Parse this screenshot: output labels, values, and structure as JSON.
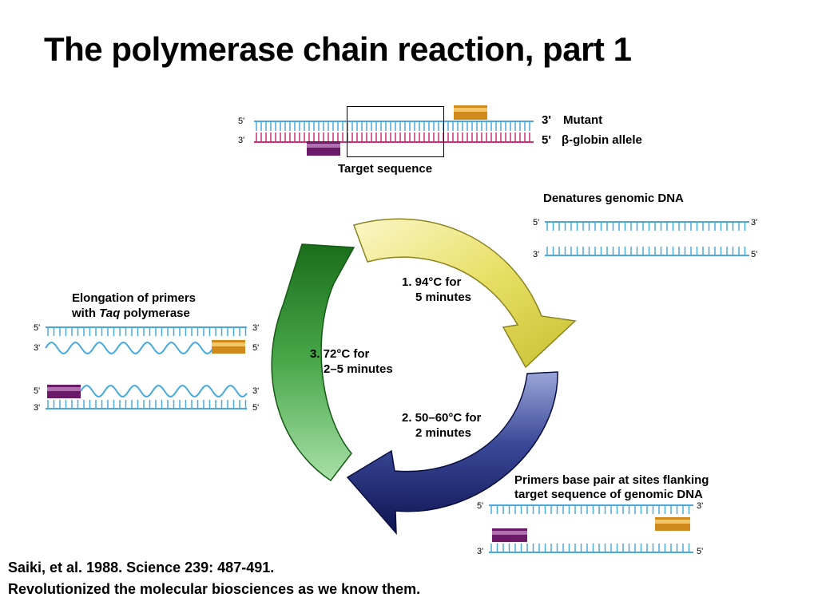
{
  "title": "The polymerase chain reaction, part 1",
  "top": {
    "end_5": "5'",
    "end_3": "3'",
    "right_3": "3'",
    "right_5": "5'",
    "mutant": "Mutant",
    "allele": "β-globin allele",
    "target": "Target sequence"
  },
  "steps": {
    "denature": {
      "heading": "Denatures genomic DNA",
      "line1": "1. 94°C for",
      "line2": "5 minutes"
    },
    "anneal": {
      "heading_1": "Primers base pair at sites flanking",
      "heading_2": "target sequence of genomic DNA",
      "line1": "2. 50–60°C for",
      "line2": "2 minutes"
    },
    "elongate": {
      "heading_1": "Elongation of primers",
      "heading_2_pre": "with",
      "heading_2_em": "Taq",
      "heading_2_post": "polymerase",
      "line1": "3. 72°C for",
      "line2": "2–5 minutes"
    }
  },
  "ends": {
    "five": "5'",
    "three": "3'"
  },
  "colors": {
    "strand_blue": "#4aa8dc",
    "strand_magenta": "#c8307a",
    "primer_orange": "#d08a1c",
    "primer_purple": "#6a1a66",
    "arrow_yellow": "#d8d040",
    "arrow_navy": "#1a2060",
    "arrow_green": "#2a8a2a"
  },
  "footer": {
    "line1": "Saiki, et al. 1988. Science 239: 487-491.",
    "line2": "Revolutionized the molecular biosciences as we know them."
  }
}
